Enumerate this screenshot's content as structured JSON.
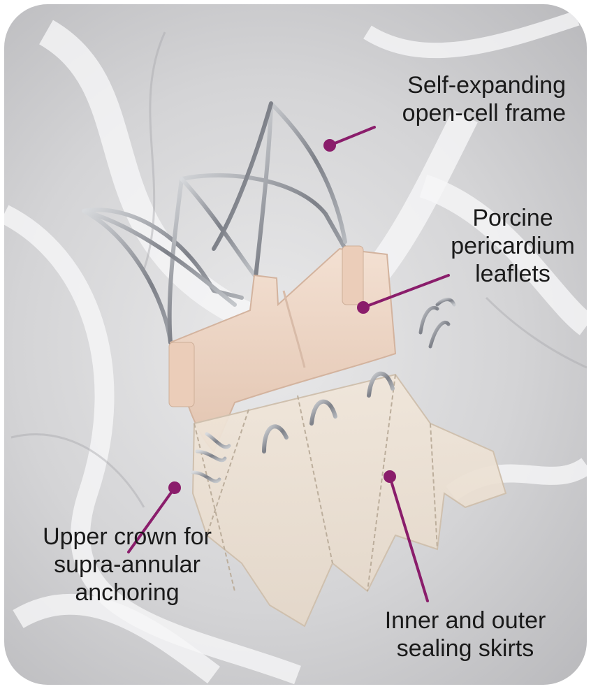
{
  "labels": {
    "frame": {
      "line1": "Self-expanding",
      "line2": "open-cell frame"
    },
    "leaflets": {
      "line1": "Porcine",
      "line2": "pericardium",
      "line3": "leaflets"
    },
    "crown": {
      "line1": "Upper crown for",
      "line2": "supra-annular",
      "line3": "anchoring"
    },
    "skirts": {
      "line1": "Inner and outer",
      "line2": "sealing skirts"
    }
  },
  "colors": {
    "callout": "#8a1d6b",
    "tissue": "#ecd3c2",
    "skirt": "#e9dccd",
    "metal": "#8c8f96",
    "background": "#d6d6d8"
  }
}
